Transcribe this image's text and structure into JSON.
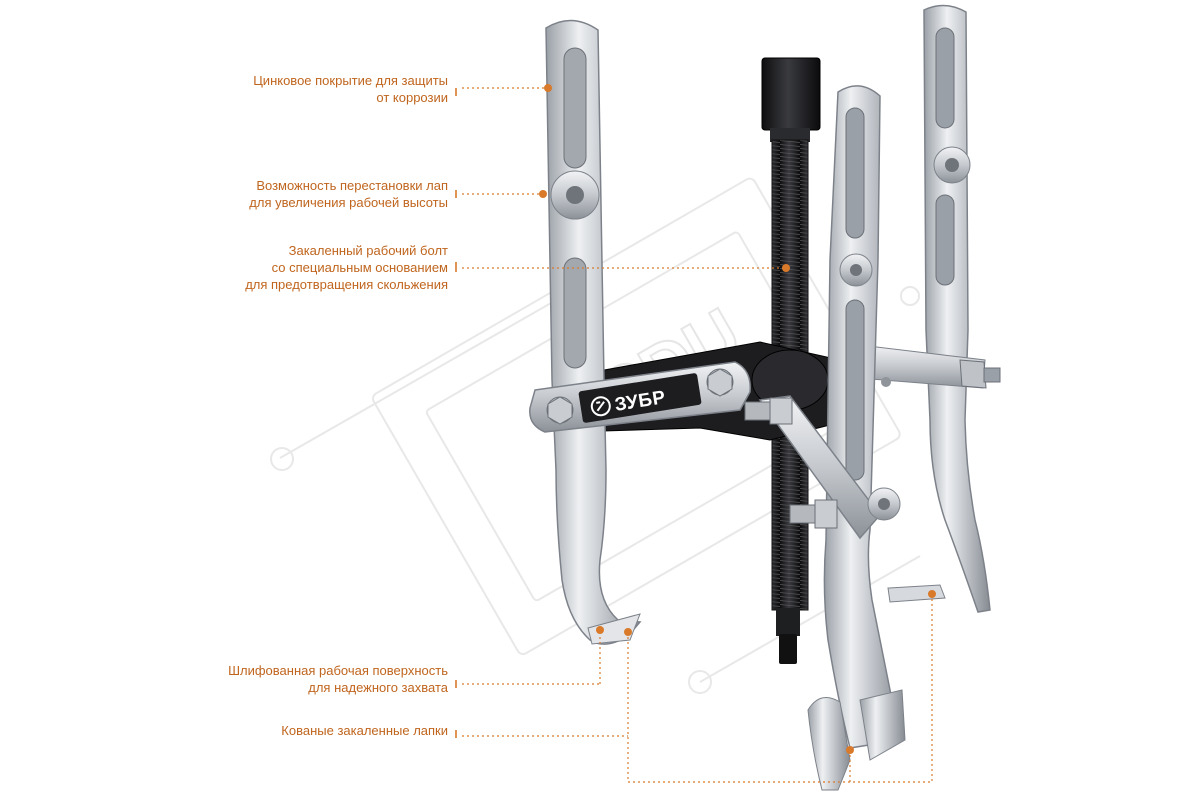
{
  "brand": {
    "logo_text": "ЗУБР"
  },
  "callouts": [
    {
      "lines": [
        "Цинковое покрытие для защиты",
        "от коррозии"
      ]
    },
    {
      "lines": [
        "Возможность перестановки лап",
        "для увеличения рабочей высоты"
      ]
    },
    {
      "lines": [
        "Закаленный рабочий болт",
        "со специальным основанием",
        "для предотвращения скольжения"
      ]
    },
    {
      "lines": [
        "Шлифованная рабочая поверхность",
        "для надежного захвата"
      ]
    },
    {
      "lines": [
        "Кованые закаленные лапки"
      ]
    }
  ],
  "colors": {
    "accent": "#d97a2b",
    "callout_text": "#c0651e",
    "steel": "#d8dade",
    "steel_dark": "#8f949b",
    "bolt": "#1c1c1e",
    "watermark": "#e6e6e6"
  }
}
